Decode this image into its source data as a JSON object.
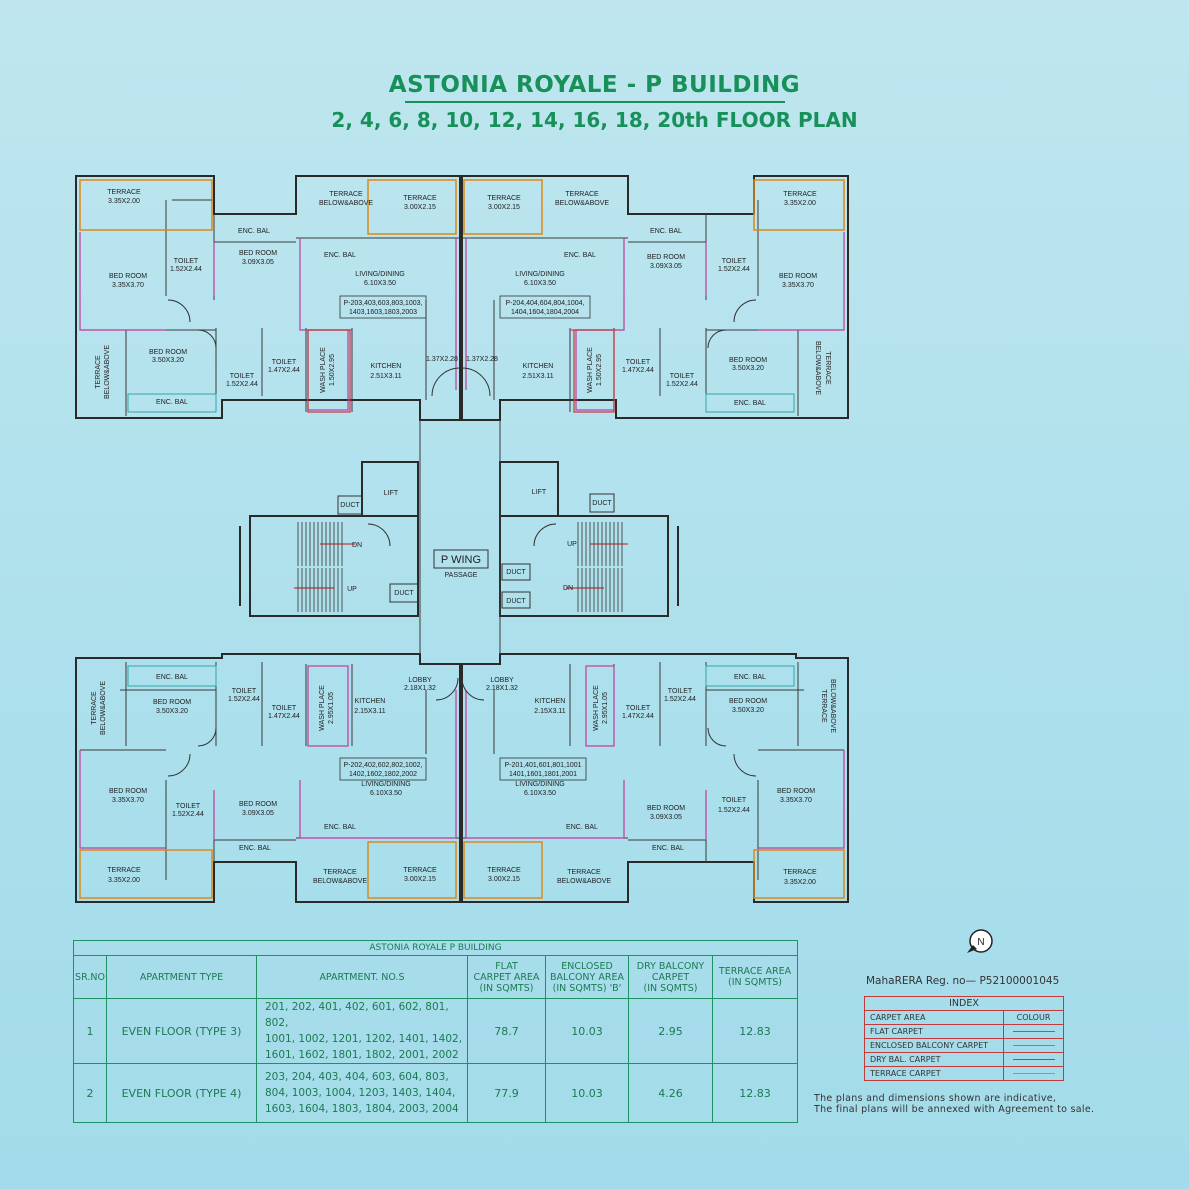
{
  "title": "ASTONIA ROYALE - P BUILDING",
  "subtitle": "2, 4, 6, 8, 10, 12, 14, 16, 18, 20th FLOOR PLAN",
  "colors": {
    "title": "#17905a",
    "flat_carpet": "#c23a9a",
    "enclosed_balcony": "#2fa7a7",
    "dry_balcony": "#c23a3a",
    "terrace": "#d98a1a"
  },
  "plan": {
    "wing": "P WING",
    "passage": "PASSAGE",
    "lift": "LIFT",
    "duct": "DUCT",
    "up": "UP",
    "dn": "DN",
    "lobby": "LOBBY",
    "lobby_size": "2.18X1.32",
    "corridor_size": "1.37X2.28",
    "terrace": "TERRACE",
    "terrace_size": "3.35X2.00",
    "terrace_small_size": "3.00X2.15",
    "terrace_ba": "TERRACE BELOW&ABOVE",
    "terrace_ba_1": "TERRACE",
    "terrace_ba_2": "BELOW&ABOVE",
    "enc_bal": "ENC. BAL",
    "bed_room": "BED ROOM",
    "bed_size_a": "3.35X3.70",
    "bed_size_b": "3.09X3.05",
    "bed_size_c": "3.50X3.20",
    "toilet": "TOILET",
    "toilet_size_a": "1.52X2.44",
    "toilet_size_b": "1.47X2.44",
    "living": "LIVING/DINING",
    "living_size": "6.10X3.50",
    "kitchen": "KITCHEN",
    "kitchen_size_a": "2.51X3.11",
    "kitchen_size_b": "2.15X3.11",
    "wash": "WASH PLACE",
    "wash_size_a": "1.50X2.95",
    "wash_size_b": "2.95X1.05",
    "flats_tl_1": "P-203,403,603,803,1003,",
    "flats_tl_2": "1403,1603,1803,2003",
    "flats_tr_1": "P-204,404,604,804,1004,",
    "flats_tr_2": "1404,1604,1804,2004",
    "flats_bl_1": "P-202,402,602,802,1002,",
    "flats_bl_2": "1402,1602,1802,2002",
    "flats_br_1": "P-201,401,601,801,1001",
    "flats_br_2": "1401,1601,1801,2001"
  },
  "table": {
    "caption": "ASTONIA ROYALE P BUILDING",
    "headers": {
      "srno": "SR.NO",
      "type": "APARTMENT TYPE",
      "nos": "APARTMENT. NO.S",
      "flat_1": "FLAT",
      "flat_2": "CARPET AREA",
      "flat_3": "(IN SQMTS)",
      "enc_1": "ENCLOSED",
      "enc_2": "BALCONY AREA",
      "enc_3": "(IN SQMTS) 'B'",
      "dry_1": "DRY BALCONY",
      "dry_2": "CARPET",
      "dry_3": "(IN SQMTS)",
      "ter_1": "TERRACE AREA",
      "ter_2": "(IN SQMTS)"
    },
    "rows": [
      {
        "sr": "1",
        "type": "EVEN FLOOR (TYPE 3)",
        "nos_1": "201, 202, 401, 402, 601, 602, 801, 802,",
        "nos_2": "1001, 1002, 1201, 1202, 1401, 1402,",
        "nos_3": "1601, 1602, 1801, 1802, 2001, 2002",
        "flat": "78.7",
        "enc": "10.03",
        "dry": "2.95",
        "terrace": "12.83"
      },
      {
        "sr": "2",
        "type": "EVEN FLOOR (TYPE 4)",
        "nos_1": "203, 204, 403, 404, 603, 604, 803,",
        "nos_2": "804, 1003, 1004, 1203, 1403, 1404,",
        "nos_3": "1603, 1604, 1803, 1804, 2003, 2004",
        "flat": "77.9",
        "enc": "10.03",
        "dry": "4.26",
        "terrace": "12.83"
      }
    ]
  },
  "rera": "MahaRERA Reg. no— P52100001045",
  "index": {
    "title": "INDEX",
    "col1": "CARPET AREA",
    "col2": "COLOUR",
    "items": [
      "FLAT CARPET",
      "ENCLOSED BALCONY CARPET",
      "DRY BAL. CARPET",
      "TERRACE CARPET"
    ]
  },
  "compass": "N",
  "note_1": "The plans and dimensions shown are indicative,",
  "note_2": "The final plans will be annexed with Agreement to sale."
}
